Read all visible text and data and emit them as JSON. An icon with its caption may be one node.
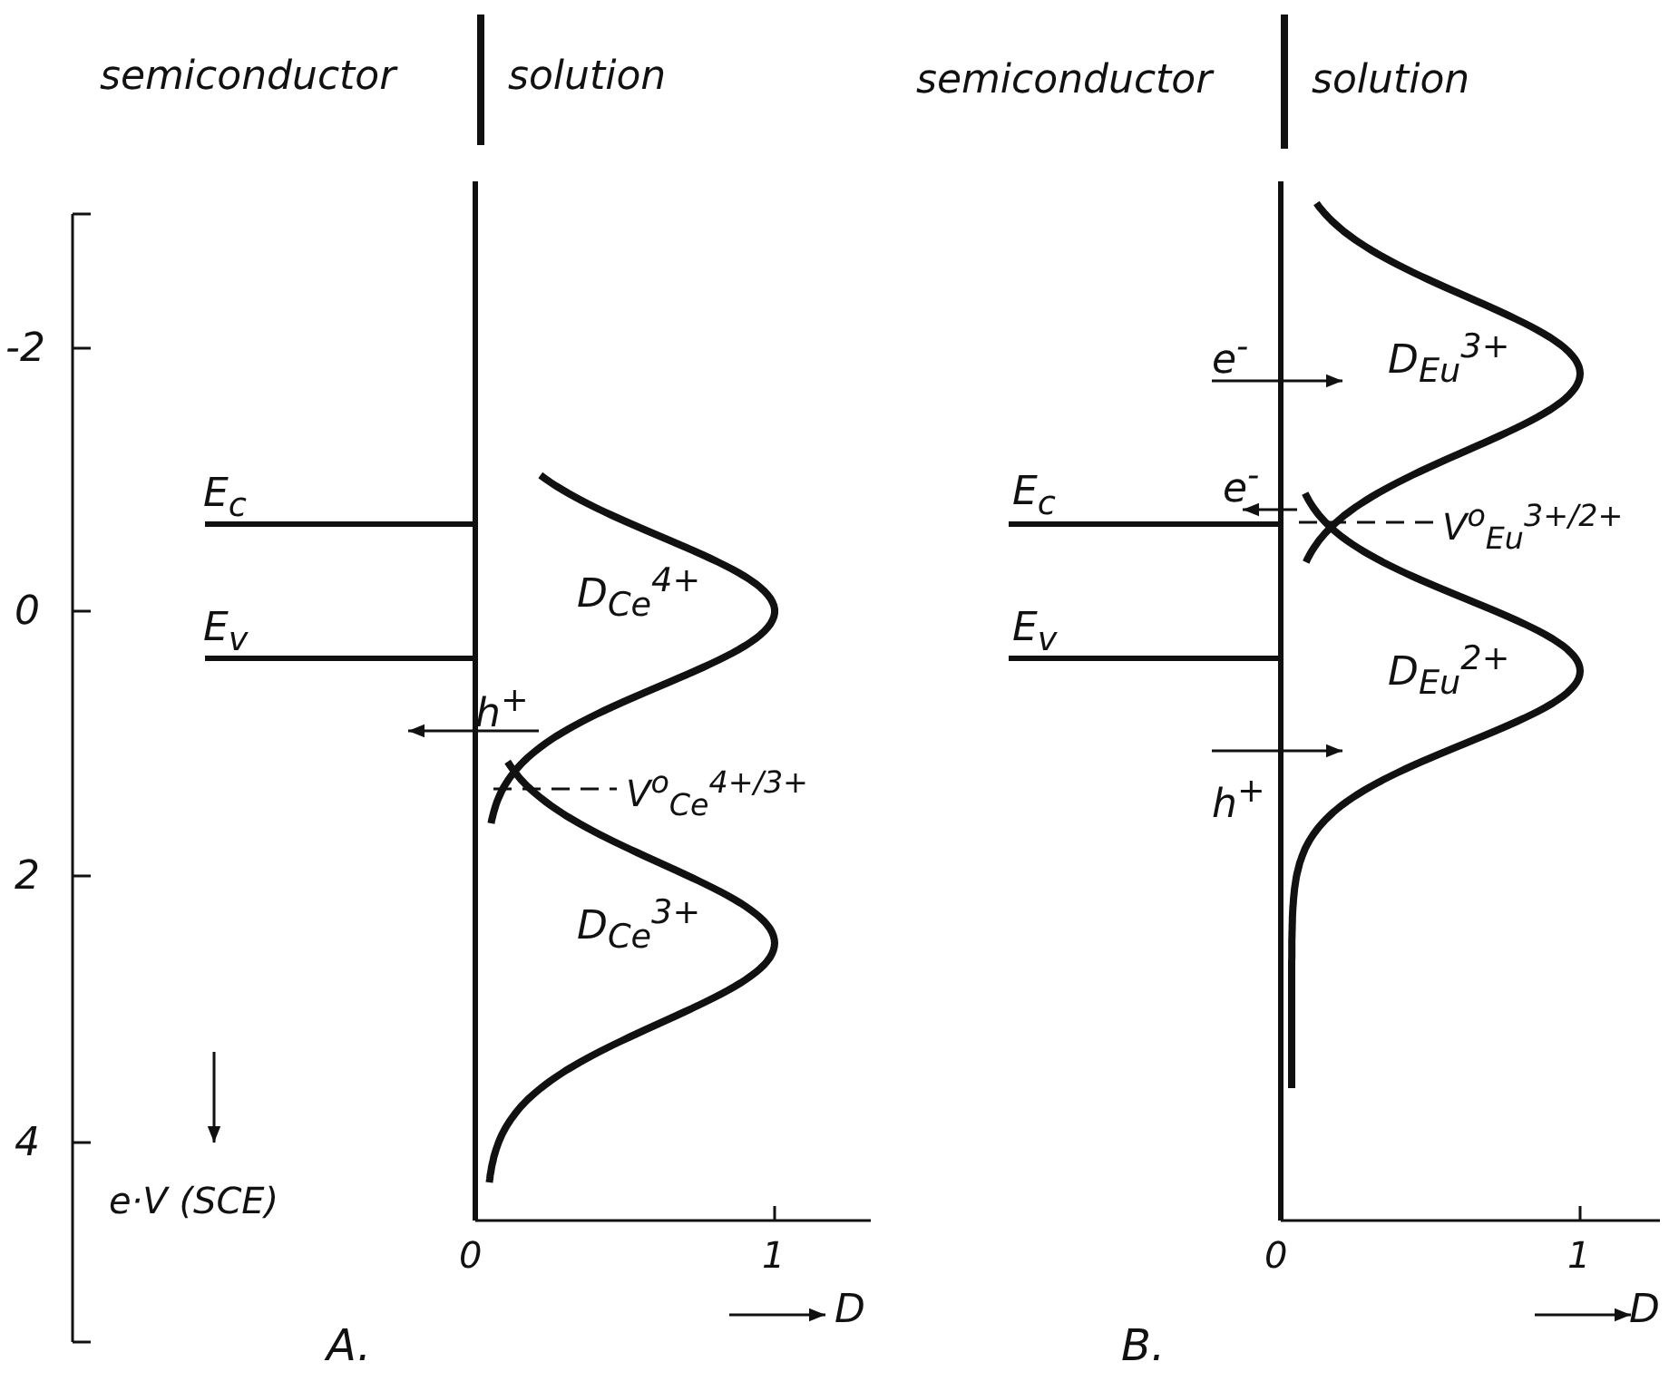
{
  "diagram": {
    "labels": [
      "semiconductor",
      "solution",
      "semiconductor",
      "solution",
      "-2",
      "0",
      "2",
      "4",
      "e·V (SCE)",
      "E$_{c}$",
      "E$_{v}$",
      "h$^{+}$",
      "D$_{Ce}$$^{4+}$",
      "V$^{o}$$_{Ce}$$^{4+/3+}$",
      "D$_{Ce}$$^{3+}$",
      "0",
      "1",
      "D",
      "A.",
      "e$^{-}$",
      "D$_{Eu}$$^{3+}$",
      "E$_{c}$",
      "e$^{-}$",
      "V$^{o}$$_{Eu}$$^{3+/2+}$",
      "E$_{v}$",
      "D$_{Eu}$$^{2+}$",
      "h$^{+}$",
      "0",
      "1",
      "D",
      "B."
    ]
  }
}
